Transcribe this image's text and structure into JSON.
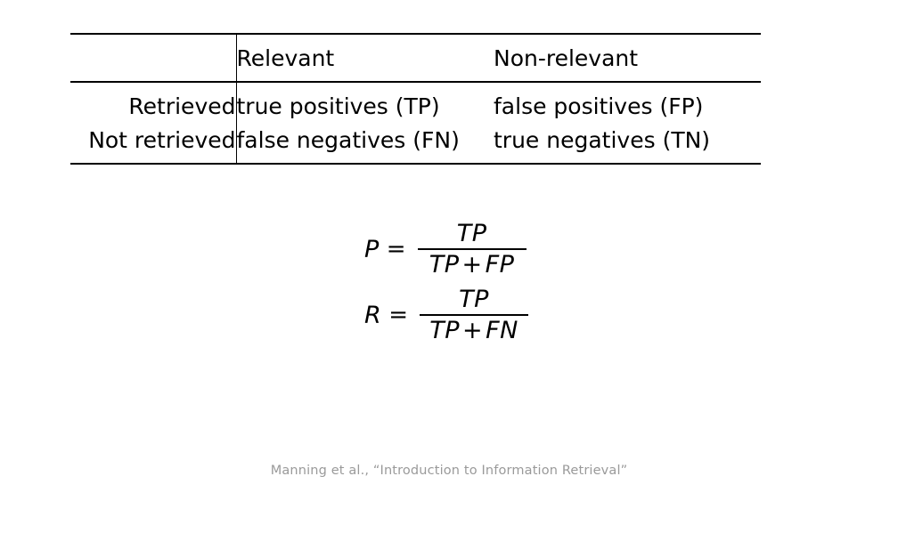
{
  "slide": {
    "background_color": "#ffffff",
    "text_color": "#000000"
  },
  "matrix": {
    "name": "confusion-matrix",
    "corner_label": "",
    "column_headers": [
      "Relevant",
      "Non-relevant"
    ],
    "row_headers": [
      "Retrieved",
      "Not retrieved"
    ],
    "cells": [
      [
        "true positives (TP)",
        "false positives (FP)"
      ],
      [
        "false negatives (FN)",
        "true negatives (TN)"
      ]
    ]
  },
  "formulas": [
    {
      "id": "precision",
      "lhs": "P",
      "equals": "=",
      "numerator": "TP",
      "denominator_left": "TP",
      "denominator_op": "+",
      "denominator_right": "FP"
    },
    {
      "id": "recall",
      "lhs": "R",
      "equals": "=",
      "numerator": "TP",
      "denominator_left": "TP",
      "denominator_op": "+",
      "denominator_right": "FN"
    }
  ],
  "citation": {
    "text": "Manning et al., “Introduction to Information Retrieval”",
    "color": "#9a9a9a"
  }
}
